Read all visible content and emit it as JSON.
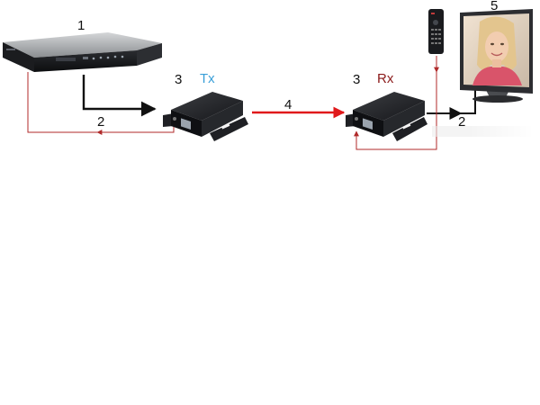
{
  "callouts": {
    "source_device": "1",
    "cable_left": "2",
    "cable_right": "2",
    "transmitter": "3",
    "receiver": "3",
    "network_cable": "4",
    "display": "5"
  },
  "labels": {
    "tx": "Tx",
    "rx": "Rx"
  },
  "colors": {
    "tx_label": "#3a9fd8",
    "rx_label": "#8b1a1a",
    "signal_line": "#111111",
    "return_line": "#b02a2a",
    "network_line": "#e0191b"
  },
  "icons": [
    "set-top-box-icon",
    "transmitter-icon",
    "receiver-icon",
    "remote-control-icon",
    "monitor-icon"
  ]
}
